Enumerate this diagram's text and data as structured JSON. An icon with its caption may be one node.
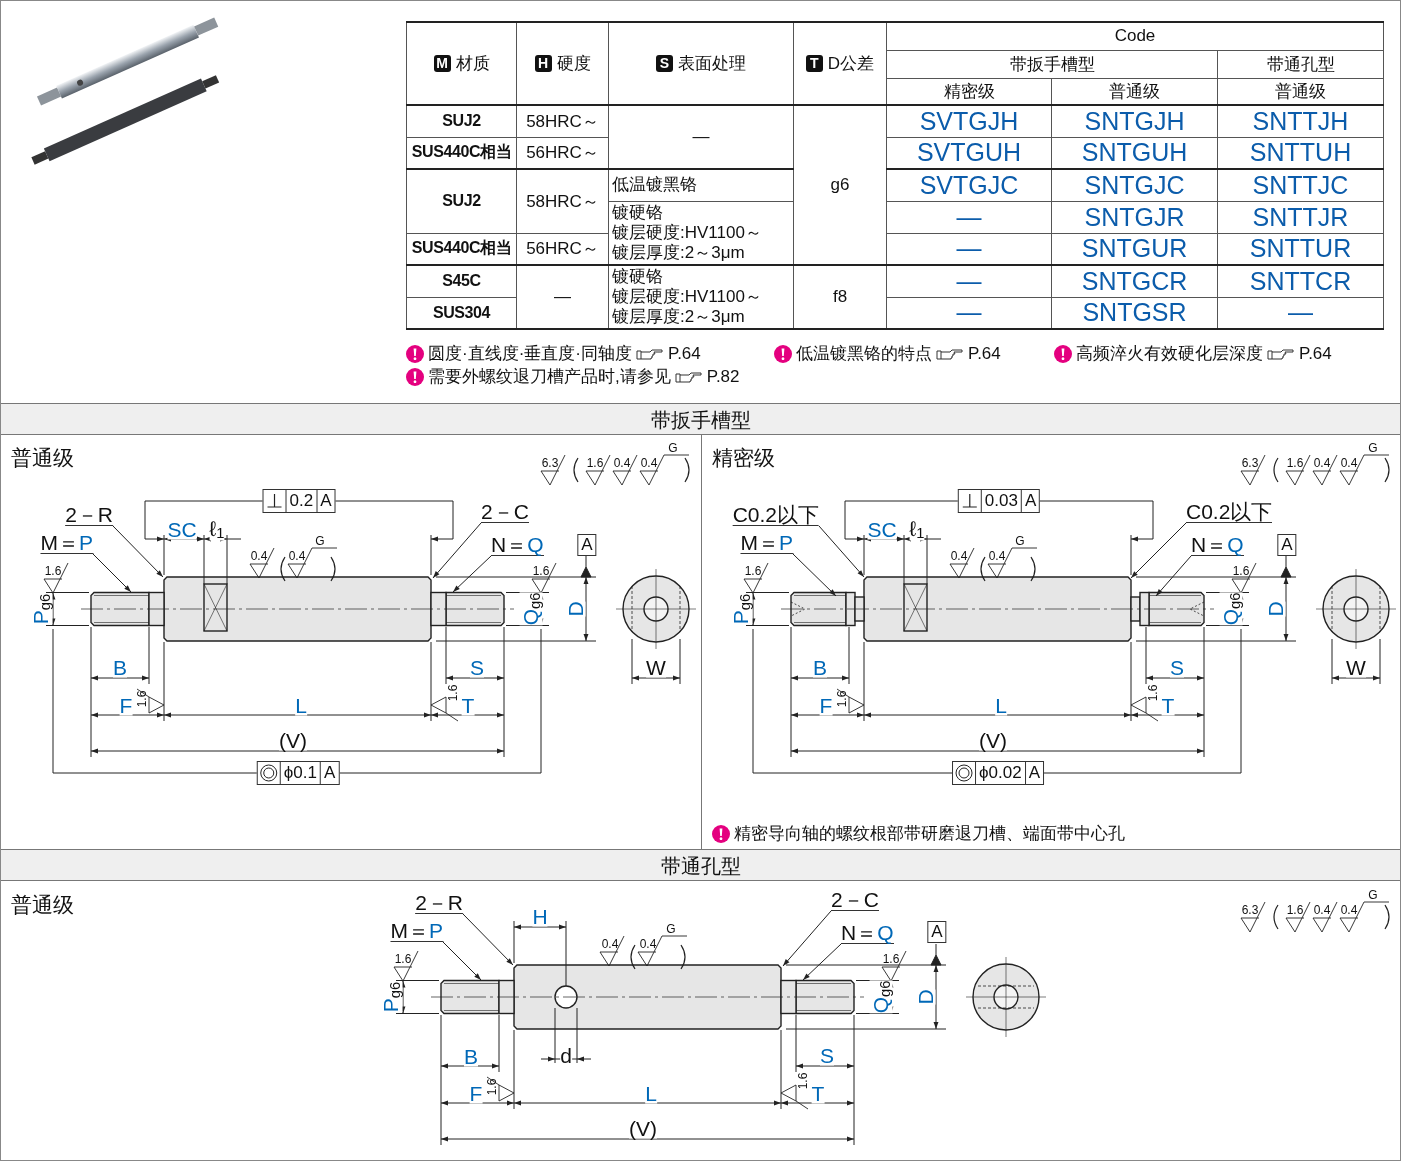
{
  "diagram": {
    "nodes": [
      {
        "text": [
          "2－R"
        ]
      },
      {
        "text": [
          "M＝P"
        ]
      },
      {
        "text": [
          "2－C"
        ]
      },
      {
        "text": [
          "N＝Q"
        ]
      },
      {
        "text": [
          "C0.2以下"
        ]
      },
      {
        "text": [
          "M＝P"
        ]
      },
      {
        "text": [
          "C0.2以下"
        ]
      },
      {
        "text": [
          "N＝Q"
        ]
      },
      {
        "text": [
          "2－R"
        ]
      },
      {
        "text": [
          "M＝P"
        ]
      },
      {
        "text": [
          "2－C"
        ]
      },
      {
        "text": [
          "N＝Q"
        ]
      },
      {
        "text": [],
        "shape": "picture"
      },
      {
        "text": [],
        "shape": "picture"
      },
      {
        "text": [],
        "shape": "picture"
      }
    ],
    "edges": [
      {
        "from": 0,
        "to": 12,
        "arrow": "to"
      },
      {
        "from": 1,
        "to": 12,
        "arrow": "to"
      },
      {
        "from": 2,
        "to": 12,
        "arrow": "to"
      },
      {
        "from": 3,
        "to": 12,
        "arrow": "to"
      },
      {
        "from": 4,
        "to": 13,
        "arrow": "to"
      },
      {
        "from": 5,
        "to": 13,
        "arrow": "to"
      },
      {
        "from": 6,
        "to": 13,
        "arrow": "to"
      },
      {
        "from": 7,
        "to": 13,
        "arrow": "to"
      },
      {
        "from": 8,
        "to": 14,
        "arrow": "to"
      },
      {
        "from": 9,
        "to": 14,
        "arrow": "to"
      },
      {
        "from": 10,
        "to": 14,
        "arrow": "to"
      },
      {
        "from": 11,
        "to": 14,
        "arrow": "to"
      }
    ],
    "labels": [
      "M",
      "材质",
      "H",
      "硬度",
      "S",
      "表面处理",
      "T",
      "D公差",
      "Code",
      "带扳手槽型",
      "带通孔型",
      "精密级",
      "普通级",
      "普通级",
      "SUJ2",
      "58HRC～",
      "—",
      "g6",
      "SVTGJH",
      "SNTGJH",
      "SNTTJH",
      "SUS440C相当",
      "56HRC～",
      "SVTGUH",
      "SNTGUH",
      "SNTTUH",
      "SUJ2",
      "58HRC～",
      "低温镀黑铬",
      "SVTGJC",
      "SNTGJC",
      "SNTTJC",
      "镀硬铬",
      "镀层硬度:HV1100～",
      "镀层厚度:2～3μm",
      "—",
      "SNTGJR",
      "SNTTJR",
      "SUS440C相当",
      "56HRC～",
      "—",
      "SNTGUR",
      "SNTTUR",
      "S45C",
      "—",
      "镀硬铬",
      "镀层硬度:HV1100～",
      "镀层厚度:2～3μm",
      "f8",
      "—",
      "SNTGCR",
      "SNTTCR",
      "SUS304",
      "—",
      "SNTGSR",
      "—",
      "圆度·直线度·垂直度·同轴度",
      "P.64",
      "低温镀黑铬的特点",
      "P.64",
      "高频淬火有效硬化层深度",
      "P.64",
      "需要外螺纹退刀槽产品时,请参见",
      "P.82",
      "带扳手槽型",
      "普通级",
      "6.3",
      "1.6",
      "0.4",
      "0.4",
      "G",
      "0.2",
      "A",
      "SC",
      "ℓ$_{1}$",
      "0.4",
      "0.4",
      "G",
      "A",
      "1.6",
      "1.6",
      "P$_{g6}$",
      "Q$_{g6}$",
      "D",
      "B",
      "S",
      "W",
      "F",
      "1.6",
      "L",
      "1.6",
      "T",
      "(V)",
      "ϕ0.1",
      "A",
      "精密级",
      "6.3",
      "1.6",
      "0.4",
      "0.4",
      "G",
      "0.03",
      "A",
      "SC",
      "ℓ$_{1}$",
      "0.4",
      "0.4",
      "G",
      "A",
      "1.6",
      "1.6",
      "P$_{g6}$",
      "Q$_{g6}$",
      "D",
      "B",
      "S",
      "W",
      "F",
      "1.6",
      "L",
      "1.6",
      "T",
      "(V)",
      "ϕ0.02",
      "A",
      "精密导向轴的螺纹根部带研磨退刀槽、端面带中心孔",
      "带通孔型",
      "普通级",
      "6.3",
      "1.6",
      "0.4",
      "0.4",
      "G",
      "H",
      "0.4",
      "0.4",
      "G",
      "A",
      "1.6",
      "1.6",
      "P$_{g6}$",
      "Q$_{g6}$",
      "D",
      "B",
      "d",
      "S",
      "F",
      "1.6",
      "L",
      "1.6",
      "T",
      "(V)"
    ]
  }
}
